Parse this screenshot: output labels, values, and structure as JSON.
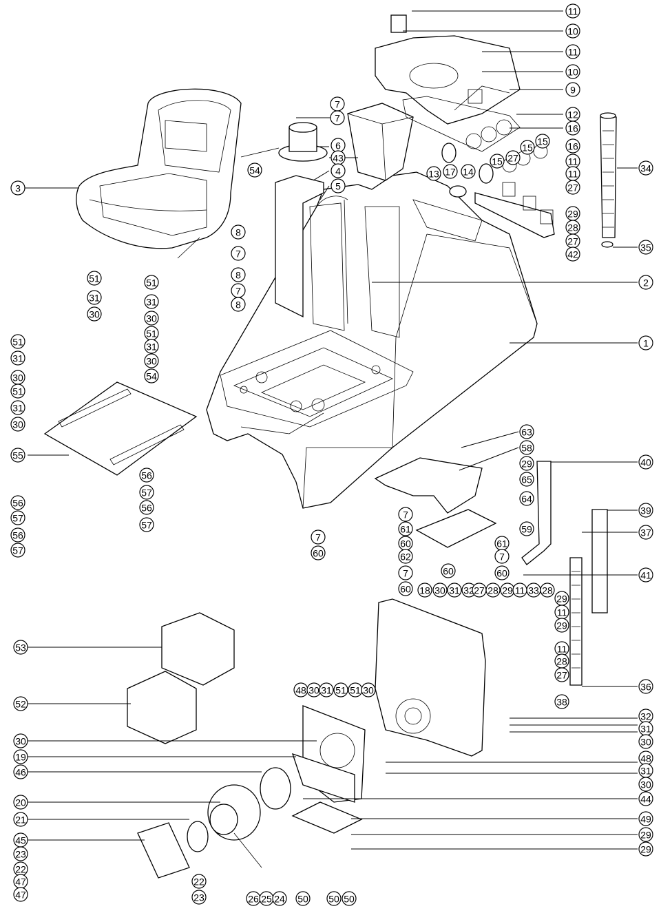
{
  "diagram": {
    "callouts": [
      {
        "id": "c-11a",
        "label": "11"
      },
      {
        "id": "c-10a",
        "label": "10"
      },
      {
        "id": "c-11b",
        "label": "11"
      },
      {
        "id": "c-10b",
        "label": "10"
      },
      {
        "id": "c-9",
        "label": "9"
      },
      {
        "id": "c-12",
        "label": "12"
      },
      {
        "id": "c-16a",
        "label": "16"
      },
      {
        "id": "c-16b",
        "label": "16"
      },
      {
        "id": "c-15a",
        "label": "15"
      },
      {
        "id": "c-15b",
        "label": "15"
      },
      {
        "id": "c-27a",
        "label": "27"
      },
      {
        "id": "c-15c",
        "label": "15"
      },
      {
        "id": "c-14",
        "label": "14"
      },
      {
        "id": "c-17",
        "label": "17"
      },
      {
        "id": "c-13",
        "label": "13"
      },
      {
        "id": "c-11c",
        "label": "11"
      },
      {
        "id": "c-11d",
        "label": "11"
      },
      {
        "id": "c-27b",
        "label": "27"
      },
      {
        "id": "c-29a",
        "label": "29"
      },
      {
        "id": "c-28a",
        "label": "28"
      },
      {
        "id": "c-27c",
        "label": "27"
      },
      {
        "id": "c-42",
        "label": "42"
      },
      {
        "id": "c-34",
        "label": "34"
      },
      {
        "id": "c-35",
        "label": "35"
      },
      {
        "id": "c-7a",
        "label": "7"
      },
      {
        "id": "c-7b",
        "label": "7"
      },
      {
        "id": "c-6",
        "label": "6"
      },
      {
        "id": "c-43",
        "label": "43"
      },
      {
        "id": "c-54a",
        "label": "54"
      },
      {
        "id": "c-4",
        "label": "4"
      },
      {
        "id": "c-5",
        "label": "5"
      },
      {
        "id": "c-3",
        "label": "3"
      },
      {
        "id": "c-8a",
        "label": "8"
      },
      {
        "id": "c-7c",
        "label": "7"
      },
      {
        "id": "c-8b",
        "label": "8"
      },
      {
        "id": "c-7d",
        "label": "7"
      },
      {
        "id": "c-8c",
        "label": "8"
      },
      {
        "id": "c-2",
        "label": "2"
      },
      {
        "id": "c-1",
        "label": "1"
      },
      {
        "id": "c-51a",
        "label": "51"
      },
      {
        "id": "c-31a",
        "label": "31"
      },
      {
        "id": "c-30a",
        "label": "30"
      },
      {
        "id": "c-51b",
        "label": "51"
      },
      {
        "id": "c-31b",
        "label": "31"
      },
      {
        "id": "c-30b",
        "label": "30"
      },
      {
        "id": "c-51c",
        "label": "51"
      },
      {
        "id": "c-31c",
        "label": "31"
      },
      {
        "id": "c-30c",
        "label": "30"
      },
      {
        "id": "c-51d",
        "label": "51"
      },
      {
        "id": "c-31d",
        "label": "31"
      },
      {
        "id": "c-30d",
        "label": "30"
      },
      {
        "id": "c-51e",
        "label": "51"
      },
      {
        "id": "c-31e",
        "label": "31"
      },
      {
        "id": "c-30e",
        "label": "30"
      },
      {
        "id": "c-54b",
        "label": "54"
      },
      {
        "id": "c-55",
        "label": "55"
      },
      {
        "id": "c-56a",
        "label": "56"
      },
      {
        "id": "c-57a",
        "label": "57"
      },
      {
        "id": "c-56b",
        "label": "56"
      },
      {
        "id": "c-57b",
        "label": "57"
      },
      {
        "id": "c-56c",
        "label": "56"
      },
      {
        "id": "c-57c",
        "label": "57"
      },
      {
        "id": "c-56d",
        "label": "56"
      },
      {
        "id": "c-57d",
        "label": "57"
      },
      {
        "id": "c-63",
        "label": "63"
      },
      {
        "id": "c-58",
        "label": "58"
      },
      {
        "id": "c-29b",
        "label": "29"
      },
      {
        "id": "c-65",
        "label": "65"
      },
      {
        "id": "c-64",
        "label": "64"
      },
      {
        "id": "c-40",
        "label": "40"
      },
      {
        "id": "c-7e",
        "label": "7"
      },
      {
        "id": "c-61a",
        "label": "61"
      },
      {
        "id": "c-60a",
        "label": "60"
      },
      {
        "id": "c-59",
        "label": "59"
      },
      {
        "id": "c-39",
        "label": "39"
      },
      {
        "id": "c-37",
        "label": "37"
      },
      {
        "id": "c-7f",
        "label": "7"
      },
      {
        "id": "c-60b",
        "label": "60"
      },
      {
        "id": "c-62",
        "label": "62"
      },
      {
        "id": "c-61b",
        "label": "61"
      },
      {
        "id": "c-7g",
        "label": "7"
      },
      {
        "id": "c-60c",
        "label": "60"
      },
      {
        "id": "c-7h",
        "label": "7"
      },
      {
        "id": "c-60d",
        "label": "60"
      },
      {
        "id": "c-60e",
        "label": "60"
      },
      {
        "id": "c-41",
        "label": "41"
      },
      {
        "id": "c-18",
        "label": "18"
      },
      {
        "id": "c-30f",
        "label": "30"
      },
      {
        "id": "c-31f",
        "label": "31"
      },
      {
        "id": "c-32a",
        "label": "32"
      },
      {
        "id": "c-27d",
        "label": "27"
      },
      {
        "id": "c-28b",
        "label": "28"
      },
      {
        "id": "c-29c",
        "label": "29"
      },
      {
        "id": "c-11e",
        "label": "11"
      },
      {
        "id": "c-33",
        "label": "33"
      },
      {
        "id": "c-28c",
        "label": "28"
      },
      {
        "id": "c-29d",
        "label": "29"
      },
      {
        "id": "c-11f",
        "label": "11"
      },
      {
        "id": "c-29e",
        "label": "29"
      },
      {
        "id": "c-11g",
        "label": "11"
      },
      {
        "id": "c-28d",
        "label": "28"
      },
      {
        "id": "c-27e",
        "label": "27"
      },
      {
        "id": "c-36",
        "label": "36"
      },
      {
        "id": "c-38",
        "label": "38"
      },
      {
        "id": "c-53",
        "label": "53"
      },
      {
        "id": "c-52",
        "label": "52"
      },
      {
        "id": "c-48a",
        "label": "48"
      },
      {
        "id": "c-30g",
        "label": "30"
      },
      {
        "id": "c-31g",
        "label": "31"
      },
      {
        "id": "c-51f",
        "label": "51"
      },
      {
        "id": "c-51g",
        "label": "51"
      },
      {
        "id": "c-30h",
        "label": "30"
      },
      {
        "id": "c-32b",
        "label": "32"
      },
      {
        "id": "c-31h",
        "label": "31"
      },
      {
        "id": "c-30i",
        "label": "30"
      },
      {
        "id": "c-30j",
        "label": "30"
      },
      {
        "id": "c-19",
        "label": "19"
      },
      {
        "id": "c-46",
        "label": "46"
      },
      {
        "id": "c-48b",
        "label": "48"
      },
      {
        "id": "c-31i",
        "label": "31"
      },
      {
        "id": "c-30k",
        "label": "30"
      },
      {
        "id": "c-44",
        "label": "44"
      },
      {
        "id": "c-20",
        "label": "20"
      },
      {
        "id": "c-21",
        "label": "21"
      },
      {
        "id": "c-49",
        "label": "49"
      },
      {
        "id": "c-45",
        "label": "45"
      },
      {
        "id": "c-29f",
        "label": "29"
      },
      {
        "id": "c-29g",
        "label": "29"
      },
      {
        "id": "c-23a",
        "label": "23"
      },
      {
        "id": "c-22a",
        "label": "22"
      },
      {
        "id": "c-47a",
        "label": "47"
      },
      {
        "id": "c-47b",
        "label": "47"
      },
      {
        "id": "c-22b",
        "label": "22"
      },
      {
        "id": "c-23b",
        "label": "23"
      },
      {
        "id": "c-26",
        "label": "26"
      },
      {
        "id": "c-25",
        "label": "25"
      },
      {
        "id": "c-24",
        "label": "24"
      },
      {
        "id": "c-50a",
        "label": "50"
      },
      {
        "id": "c-50b",
        "label": "50"
      },
      {
        "id": "c-50c",
        "label": "50"
      }
    ]
  }
}
